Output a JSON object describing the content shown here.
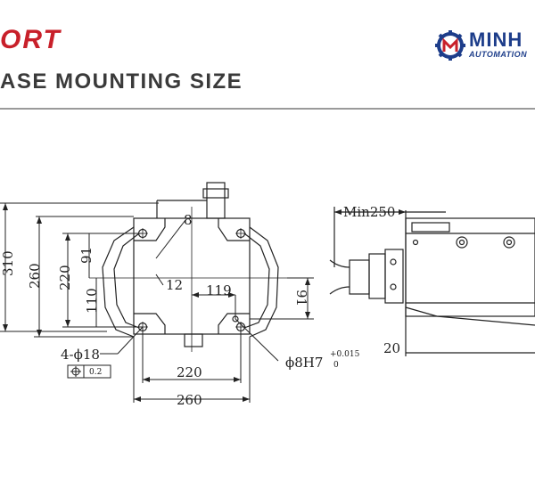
{
  "header": {
    "brand": "ORT",
    "title": "ASE MOUNTING SIZE"
  },
  "logo": {
    "name": "MINH",
    "subtitle": "AUTOMATION",
    "colors": {
      "primary": "#1d3d8a",
      "accent": "#c8202a"
    }
  },
  "colors": {
    "brand": "#c8202a",
    "line": "#222222",
    "rule": "#9a9a9a"
  },
  "front_view": {
    "dims": {
      "height_outer": "310",
      "height_260": "260",
      "height_220": "220",
      "height_91": "91",
      "height_110": "110",
      "r_12": "12",
      "r_8": "8",
      "offset_119": "119",
      "right_91": "91",
      "width_220": "220",
      "width_260": "260"
    },
    "holes": {
      "label": "4-ϕ18",
      "tolerance": "0.2"
    },
    "pin": {
      "label": "ϕ8H7",
      "tol_upper": "+0.015",
      "tol_lower": "0"
    }
  },
  "side_view": {
    "dims": {
      "min_clearance": "Min250",
      "bottom": "20"
    }
  }
}
